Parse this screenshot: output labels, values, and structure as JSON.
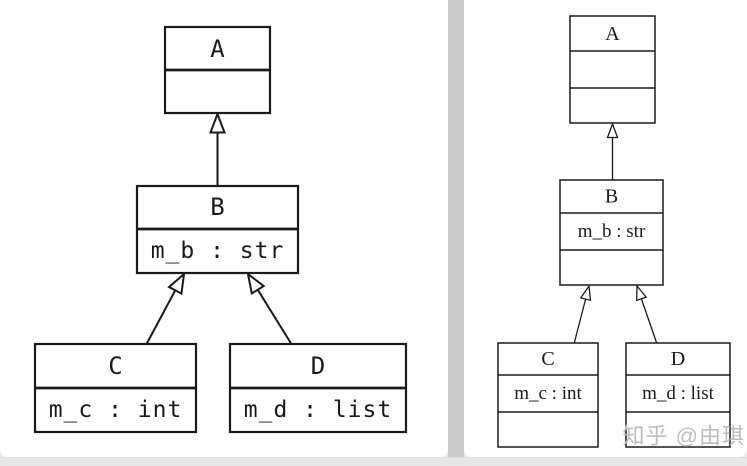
{
  "left_diagram": {
    "classes": [
      {
        "name": "A",
        "attr": ""
      },
      {
        "name": "B",
        "attr": "m_b : str"
      },
      {
        "name": "C",
        "attr": "m_c : int"
      },
      {
        "name": "D",
        "attr": "m_d : list"
      }
    ],
    "relations": [
      {
        "from": "B",
        "to": "A",
        "type": "inheritance"
      },
      {
        "from": "C",
        "to": "B",
        "type": "inheritance"
      },
      {
        "from": "D",
        "to": "B",
        "type": "inheritance"
      }
    ]
  },
  "right_diagram": {
    "classes": [
      {
        "name": "A",
        "attr": "",
        "methods": ""
      },
      {
        "name": "B",
        "attr": "m_b : str",
        "methods": ""
      },
      {
        "name": "C",
        "attr": "m_c : int",
        "methods": ""
      },
      {
        "name": "D",
        "attr": "m_d : list",
        "methods": ""
      }
    ],
    "relations": [
      {
        "from": "B",
        "to": "A",
        "type": "inheritance"
      },
      {
        "from": "C",
        "to": "B",
        "type": "inheritance"
      },
      {
        "from": "D",
        "to": "B",
        "type": "inheritance"
      }
    ]
  },
  "watermark": {
    "text": "知乎 @由琪"
  },
  "colors": {
    "line": "#1a1a1a",
    "panel_bg": "#ffffff",
    "gutter": "#cbcbcb",
    "page_bg": "#ebebeb",
    "watermark": "#bdbdbd"
  }
}
